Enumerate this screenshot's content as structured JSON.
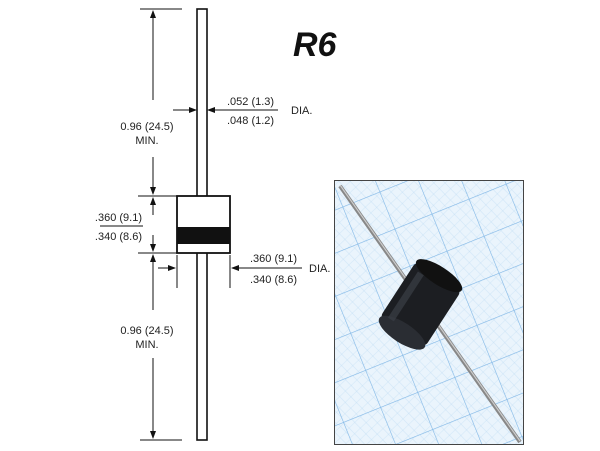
{
  "title": "R6",
  "dimensions": {
    "lead_length_top": {
      "value": "0.96 (24.5)",
      "note": "MIN."
    },
    "lead_length_bottom": {
      "value": "0.96 (24.5)",
      "note": "MIN."
    },
    "lead_diameter": {
      "max": ".052 (1.3)",
      "min": ".048 (1.2)",
      "note": "DIA."
    },
    "body_length": {
      "max": ".360 (9.1)",
      "min": ".340 (8.6)"
    },
    "body_diameter": {
      "max": ".360 (9.1)",
      "min": ".340 (8.6)",
      "note": "DIA."
    }
  },
  "colors": {
    "grid": "#9ec9ee",
    "paper": "#eaf4fc",
    "body": "#1c1e22"
  }
}
